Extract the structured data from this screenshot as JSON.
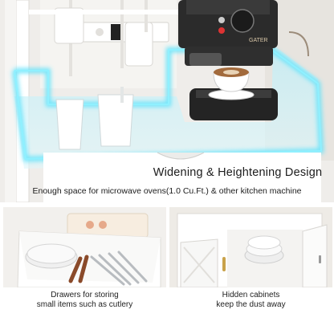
{
  "hero": {
    "title": "Widening & Heightening Design",
    "subtitle": "Enough space for microwave ovens(1.0 Cu.Ft.) & other kitchen machine",
    "brand_label": "GATER",
    "highlight_color": "#4fd9f5"
  },
  "panels": [
    {
      "caption_line1": "Drawers for storing",
      "caption_line2": "small items such as cutlery"
    },
    {
      "caption_line1": "Hidden cabinets",
      "caption_line2": "keep the dust away"
    }
  ]
}
